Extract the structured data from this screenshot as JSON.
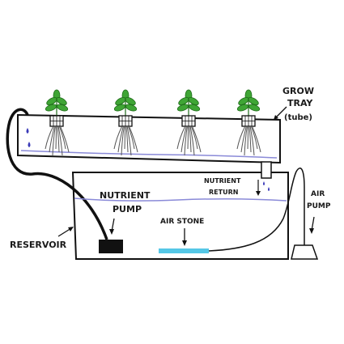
{
  "labels": {
    "grow_tray": "GROW",
    "grow_tray_2": "TRAY",
    "grow_tray_3": "(tube)",
    "nutrient_return": "NUTRIENT",
    "nutrient_return_2": "RETURN",
    "nutrient_pump": "NUTRIENT",
    "nutrient_pump_2": "PUMP",
    "air_pump": "AIR",
    "air_pump_2": "PUMP",
    "air_stone": "AIR STONE",
    "reservoir": "RESERVOIR"
  },
  "colors": {
    "leaf": "#3fa535",
    "water": "#8a8ad8",
    "drip": "#3a3ab8",
    "air_stone": "#55c7e6",
    "pump": "#111111"
  }
}
